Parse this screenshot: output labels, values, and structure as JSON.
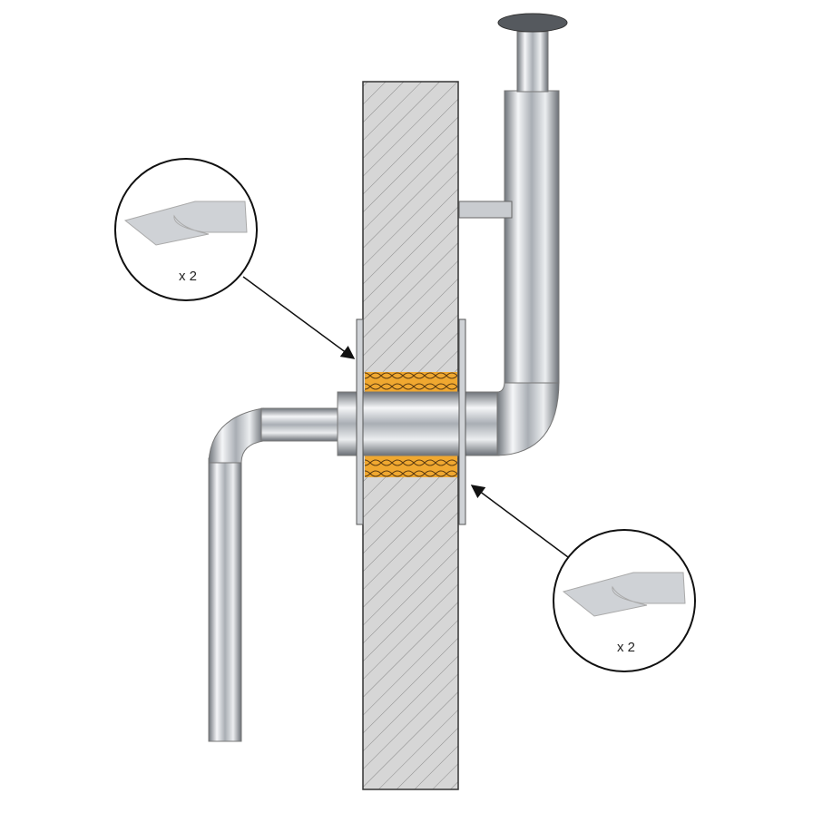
{
  "callouts": [
    {
      "quantity_label": "x 2",
      "part": "wall-cover-plate"
    },
    {
      "quantity_label": "x 2",
      "part": "wall-cover-plate"
    }
  ],
  "colors": {
    "wall": "#d9d9d9",
    "insulation": "#f0a830",
    "steel_light": "#eef0f2",
    "steel_dark": "#8a8f95"
  }
}
